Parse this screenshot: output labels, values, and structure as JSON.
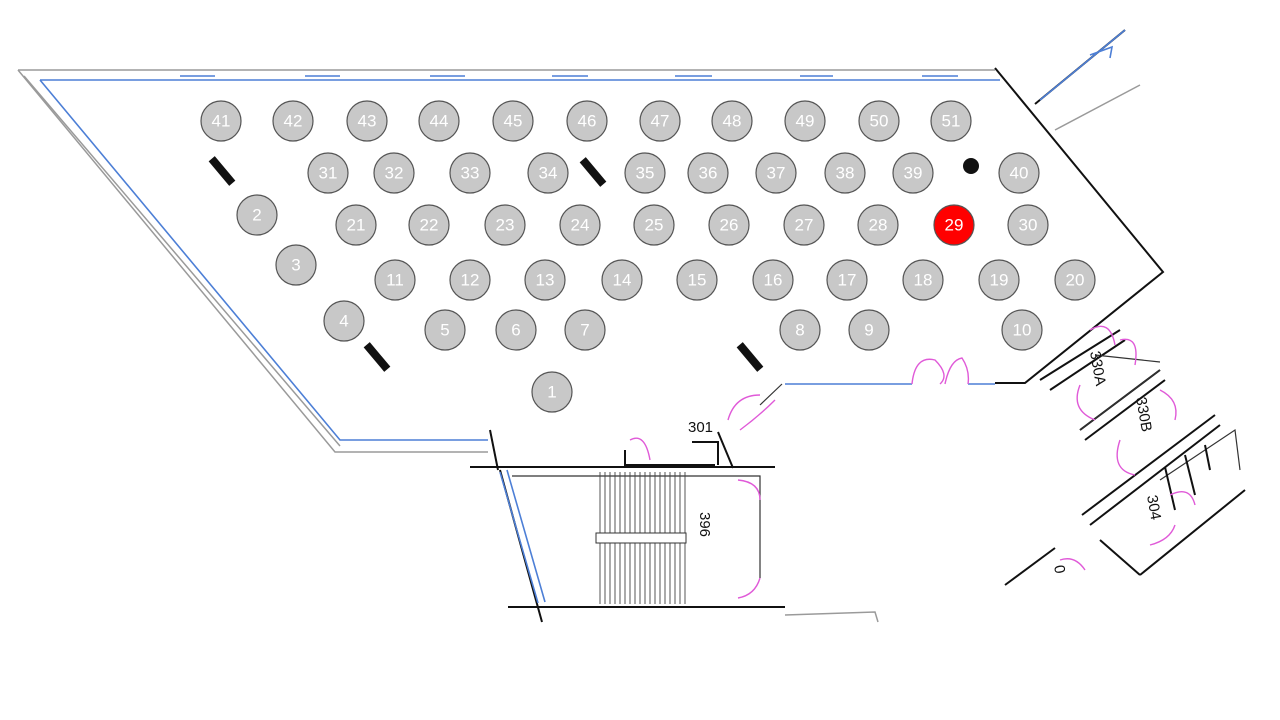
{
  "floor_plan": {
    "seats": [
      {
        "id": "1",
        "selected": false
      },
      {
        "id": "2",
        "selected": false
      },
      {
        "id": "3",
        "selected": false
      },
      {
        "id": "4",
        "selected": false
      },
      {
        "id": "5",
        "selected": false
      },
      {
        "id": "6",
        "selected": false
      },
      {
        "id": "7",
        "selected": false
      },
      {
        "id": "8",
        "selected": false
      },
      {
        "id": "9",
        "selected": false
      },
      {
        "id": "10",
        "selected": false
      },
      {
        "id": "11",
        "selected": false
      },
      {
        "id": "12",
        "selected": false
      },
      {
        "id": "13",
        "selected": false
      },
      {
        "id": "14",
        "selected": false
      },
      {
        "id": "15",
        "selected": false
      },
      {
        "id": "16",
        "selected": false
      },
      {
        "id": "17",
        "selected": false
      },
      {
        "id": "18",
        "selected": false
      },
      {
        "id": "19",
        "selected": false
      },
      {
        "id": "20",
        "selected": false
      },
      {
        "id": "21",
        "selected": false
      },
      {
        "id": "22",
        "selected": false
      },
      {
        "id": "23",
        "selected": false
      },
      {
        "id": "24",
        "selected": false
      },
      {
        "id": "25",
        "selected": false
      },
      {
        "id": "26",
        "selected": false
      },
      {
        "id": "27",
        "selected": false
      },
      {
        "id": "28",
        "selected": false
      },
      {
        "id": "29",
        "selected": true
      },
      {
        "id": "30",
        "selected": false
      },
      {
        "id": "31",
        "selected": false
      },
      {
        "id": "32",
        "selected": false
      },
      {
        "id": "33",
        "selected": false
      },
      {
        "id": "34",
        "selected": false
      },
      {
        "id": "35",
        "selected": false
      },
      {
        "id": "36",
        "selected": false
      },
      {
        "id": "37",
        "selected": false
      },
      {
        "id": "38",
        "selected": false
      },
      {
        "id": "39",
        "selected": false
      },
      {
        "id": "40",
        "selected": false
      },
      {
        "id": "41",
        "selected": false
      },
      {
        "id": "42",
        "selected": false
      },
      {
        "id": "43",
        "selected": false
      },
      {
        "id": "44",
        "selected": false
      },
      {
        "id": "45",
        "selected": false
      },
      {
        "id": "46",
        "selected": false
      },
      {
        "id": "47",
        "selected": false
      },
      {
        "id": "48",
        "selected": false
      },
      {
        "id": "49",
        "selected": false
      },
      {
        "id": "50",
        "selected": false
      },
      {
        "id": "51",
        "selected": false
      }
    ],
    "room_labels": {
      "room_301": "301",
      "room_396": "396",
      "room_330a": "330A",
      "room_330b": "330B",
      "room_304": "304",
      "room_partial": "0"
    },
    "colors": {
      "seat_fill": "#c8c8c8",
      "seat_selected": "#ff0000",
      "window_line": "#4d7fd6",
      "door_swing": "#e05ad8"
    }
  }
}
